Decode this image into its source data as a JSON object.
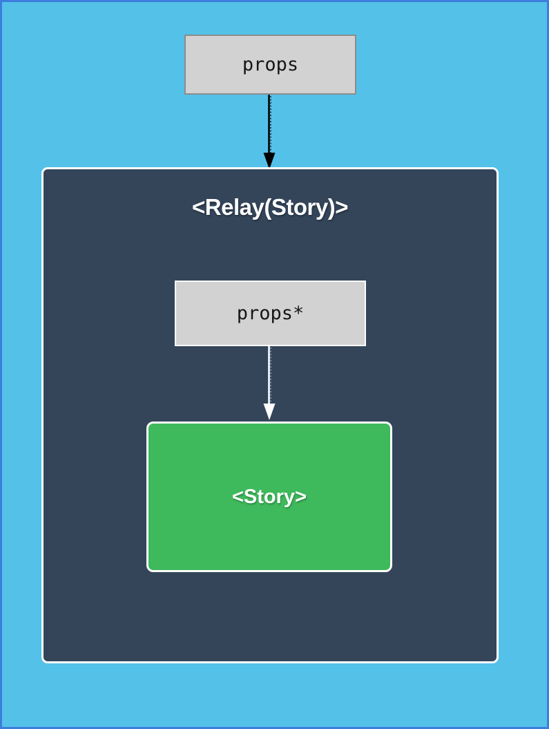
{
  "diagram": {
    "outer_props_label": "props",
    "relay_container_label": "<Relay(Story)>",
    "inner_props_label": "props*",
    "story_label": "<Story>",
    "icons": {
      "arrow_props_to_relay": "arrow-down",
      "arrow_props_to_story": "arrow-down"
    },
    "colors": {
      "canvas_background": "#54c1e8",
      "canvas_border": "#3c7edb",
      "relay_container_background": "#34455a",
      "relay_container_border": "#ffffff",
      "props_box_background": "#d2d2d2",
      "outer_props_border": "#8c8c8c",
      "inner_props_border": "#ffffff",
      "story_background": "#3eb95c",
      "story_border": "#ffffff",
      "dark_arrow": "#000000",
      "light_arrow": "#ffffff",
      "props_text": "#161616",
      "light_text": "#ffffff"
    }
  }
}
